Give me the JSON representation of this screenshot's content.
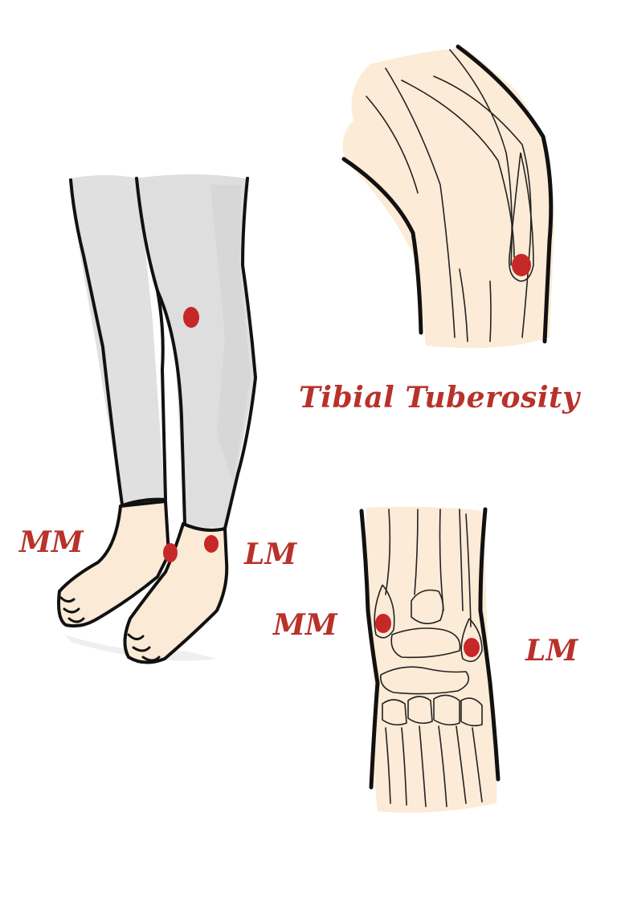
{
  "labels": {
    "mm_left": "MM",
    "lm_left": "LM",
    "tibial_tuberosity": "Tibial Tuberosity",
    "mm_right": "MM",
    "lm_right": "LM"
  },
  "colors": {
    "marker": "#c62828",
    "label": "#b8322b",
    "skin": "#fcebd6",
    "trousers": "#dedede",
    "outline": "#111111"
  }
}
